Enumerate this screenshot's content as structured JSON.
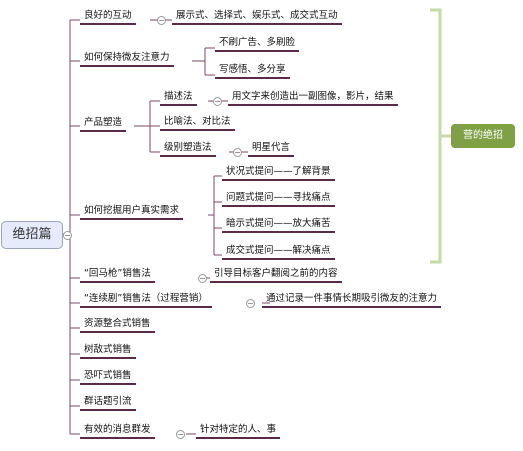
{
  "root": "绝招篇",
  "summary": "营的绝招",
  "branches": {
    "b1": {
      "label": "良好的互动",
      "child": "展示式、选择式、娱乐式、成交式互动"
    },
    "b2": {
      "label": "如何保持微友注意力",
      "children": [
        "不刷广告、多刷脸",
        "写感悟、多分享"
      ]
    },
    "b3": {
      "label": "产品塑造",
      "children": [
        {
          "label": "描述法",
          "child": "用文字来创造出一副图像，影片，结果"
        },
        {
          "label": "比喻法、对比法"
        },
        {
          "label": "级别塑造法",
          "child": "明星代言"
        }
      ]
    },
    "b4": {
      "label": "如何挖掘用户真实需求",
      "children": [
        "状况式提问——了解背景",
        "问题式提问——寻找痛点",
        "暗示式提问——放大痛苦",
        "成交式提问——解决痛点"
      ]
    },
    "b5": {
      "label": "“回马枪”销售法",
      "child": "引导目标客户翻阅之前的内容"
    },
    "b6": {
      "label": "“连续剧”销售法（过程营销）",
      "child": "通过记录一件事情长期吸引微友的注意力"
    },
    "b7": {
      "label": "资源整合式销售"
    },
    "b8": {
      "label": "树敌式销售"
    },
    "b9": {
      "label": "恐吓式销售"
    },
    "b10": {
      "label": "群话题引流"
    },
    "b11": {
      "label": "有效的消息群发",
      "child": "针对特定的人、事"
    }
  },
  "colors": {
    "branch_line": "#5a2a4a",
    "root_fill": "#e6ebfb",
    "summary_fill": "#7fa045",
    "bracket": "#c7d9a6"
  }
}
